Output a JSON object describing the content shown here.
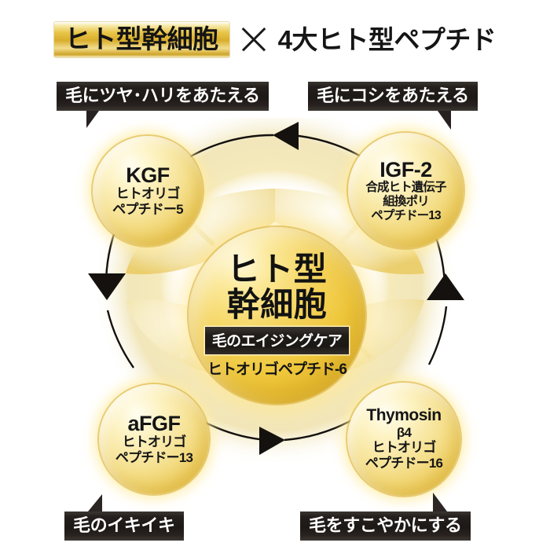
{
  "header": {
    "badge_text": "ヒト型幹細胞",
    "cross_symbol": "×",
    "headline": "4大ヒト型ペプチド"
  },
  "callouts": [
    {
      "id": "top-left",
      "text": "毛にツヤ･ハリをあたえる"
    },
    {
      "id": "top-right",
      "text": "毛にコシをあたえる"
    },
    {
      "id": "bottom-left",
      "text": "毛のイキイキ"
    },
    {
      "id": "bottom-right",
      "text": "毛をすこやかにする"
    }
  ],
  "center": {
    "line1": "ヒト型",
    "line2": "幹細胞",
    "banner": "毛のエイジングケア",
    "ingredient": "ヒトオリゴペプチド-6"
  },
  "nodes": {
    "kgf": {
      "name": "KGF",
      "line1": "ヒトオリゴ",
      "line2": "ペプチドー5"
    },
    "igf2": {
      "name": "IGF-2",
      "line1": "合成ヒト遺伝子",
      "line2": "組換ポリ",
      "line3": "ペプチドー13"
    },
    "afgf": {
      "name": "aFGF",
      "line1": "ヒトオリゴ",
      "line2": "ペプチドー13"
    },
    "thymosin": {
      "name": "Thymosin",
      "subname": "β4",
      "line1": "ヒトオリゴ",
      "line2": "ペプチドー16"
    }
  },
  "flow": {
    "arrow_top": "arrow-left",
    "arrow_right": "arrow-up",
    "arrow_bottom": "arrow-right",
    "arrow_left": "arrow-down"
  },
  "colors": {
    "gold_light": "#fdf3c4",
    "gold_mid": "#f0c93a",
    "gold_deep": "#d8a621",
    "cream_glow": "#f7eec9",
    "ink": "#1d1916",
    "background": "#ffffff"
  }
}
